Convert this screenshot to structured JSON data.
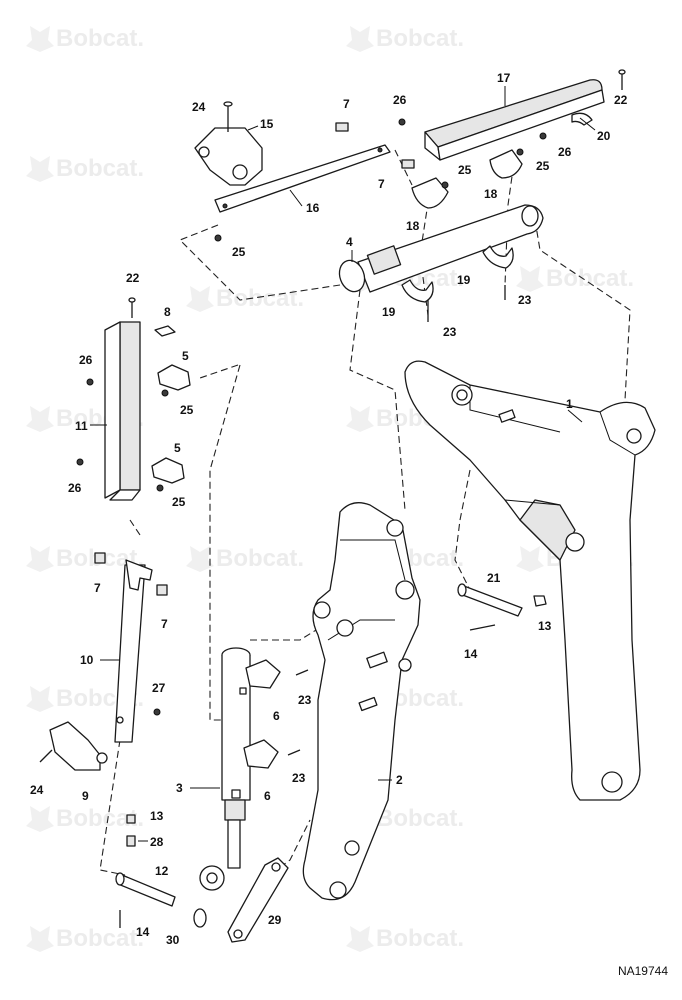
{
  "watermark": {
    "brand": "Bobcat."
  },
  "drawing": {
    "reference": "NA19744"
  },
  "callouts": [
    {
      "label": "1"
    },
    {
      "label": "2"
    },
    {
      "label": "3"
    },
    {
      "label": "4"
    },
    {
      "label": "5"
    },
    {
      "label": "5"
    },
    {
      "label": "6"
    },
    {
      "label": "6"
    },
    {
      "label": "7"
    },
    {
      "label": "7"
    },
    {
      "label": "7"
    },
    {
      "label": "7"
    },
    {
      "label": "8"
    },
    {
      "label": "9"
    },
    {
      "label": "10"
    },
    {
      "label": "11"
    },
    {
      "label": "12"
    },
    {
      "label": "13"
    },
    {
      "label": "13"
    },
    {
      "label": "14"
    },
    {
      "label": "14"
    },
    {
      "label": "15"
    },
    {
      "label": "16"
    },
    {
      "label": "17"
    },
    {
      "label": "18"
    },
    {
      "label": "18"
    },
    {
      "label": "19"
    },
    {
      "label": "19"
    },
    {
      "label": "20"
    },
    {
      "label": "21"
    },
    {
      "label": "22"
    },
    {
      "label": "22"
    },
    {
      "label": "23"
    },
    {
      "label": "23"
    },
    {
      "label": "23"
    },
    {
      "label": "23"
    },
    {
      "label": "24"
    },
    {
      "label": "24"
    },
    {
      "label": "25"
    },
    {
      "label": "25"
    },
    {
      "label": "25"
    },
    {
      "label": "25"
    },
    {
      "label": "25"
    },
    {
      "label": "26"
    },
    {
      "label": "26"
    },
    {
      "label": "26"
    },
    {
      "label": "26"
    },
    {
      "label": "27"
    },
    {
      "label": "28"
    },
    {
      "label": "29"
    },
    {
      "label": "30"
    }
  ]
}
